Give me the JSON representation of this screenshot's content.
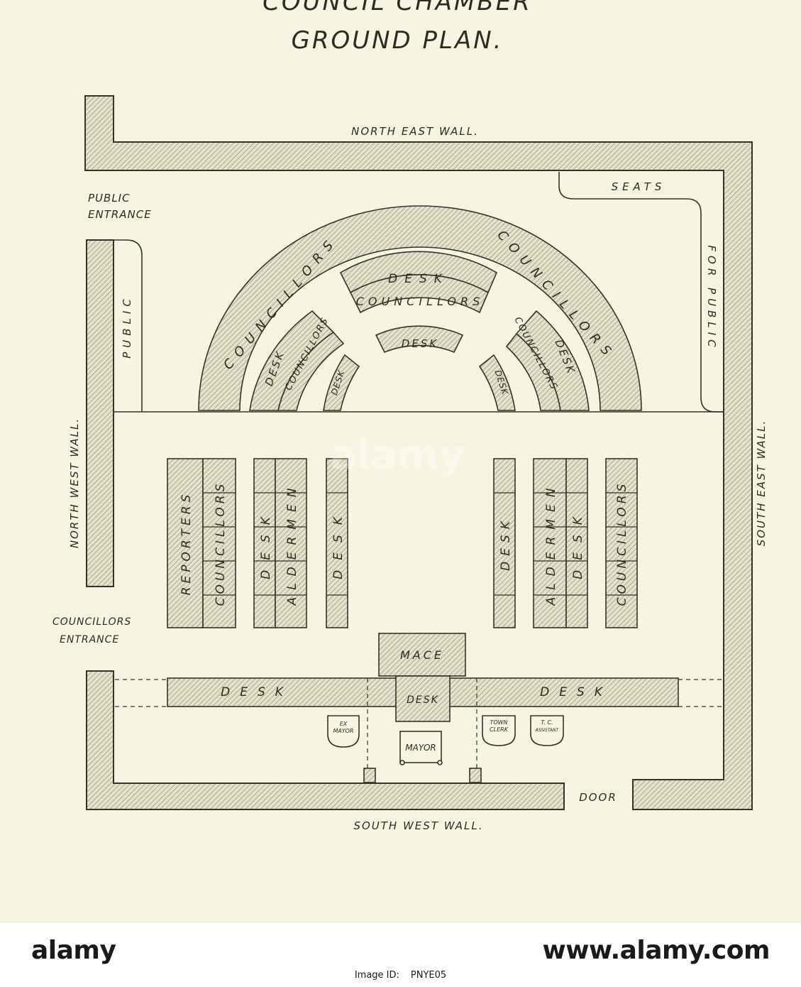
{
  "title_lines": [
    "COUNCIL CHAMBER",
    "GROUND PLAN."
  ],
  "walls": {
    "north_east": "NORTH EAST WALL.",
    "north_west": "NORTH WEST WALL.",
    "south_east": "SOUTH EAST WALL.",
    "south_west": "SOUTH WEST WALL."
  },
  "entrances": {
    "public_line1": "PUBLIC",
    "public_line2": "ENTRANCE",
    "councillors_line1": "COUNCILLORS",
    "councillors_line2": "ENTRANCE",
    "door": "DOOR"
  },
  "public_seating": {
    "top": "SEATS",
    "right": "FOR PUBLIC",
    "left": "PUBLIC"
  },
  "semicircle": {
    "outer_left": "COUNCILLORS",
    "outer_right": "COUNCILLORS",
    "desk_top": "DESK",
    "councillors_mid": "COUNCILLORS",
    "desk_inner": "DESK",
    "left_desk": "DESK",
    "left_councillors": "COUNCILLORS",
    "right_councillors": "COUNCILLORS",
    "right_desk": "DESK",
    "small_left_desk": "DESK",
    "small_right_desk": "DESK"
  },
  "columns": {
    "reporters": "REPORTERS",
    "left_councillors": "COUNCILLORS",
    "left_desk": "DESK",
    "left_aldermen": "ALDERMEN",
    "left_inner_desk": "DESK",
    "right_inner_desk": "DESK",
    "right_aldermen": "ALDERMEN",
    "right_desk": "DESK",
    "right_councillors": "COUNCILLORS"
  },
  "front": {
    "mace": "MACE",
    "desk_left": "DESK",
    "desk_center": "DESK",
    "desk_right": "DESK",
    "mayor": "MAYOR",
    "ex_mayor_line1": "EX",
    "ex_mayor_line2": "MAYOR",
    "town_clerk_line1": "TOWN",
    "town_clerk_line2": "CLERK",
    "tc_assistant_line1": "T. C.",
    "tc_assistant_line2": "ASSISTANT"
  },
  "watermark": "alamy",
  "footer": {
    "logo": "alamy",
    "site": "www.alamy.com",
    "image_id_label": "Image ID:",
    "image_id": "PNYE05"
  }
}
